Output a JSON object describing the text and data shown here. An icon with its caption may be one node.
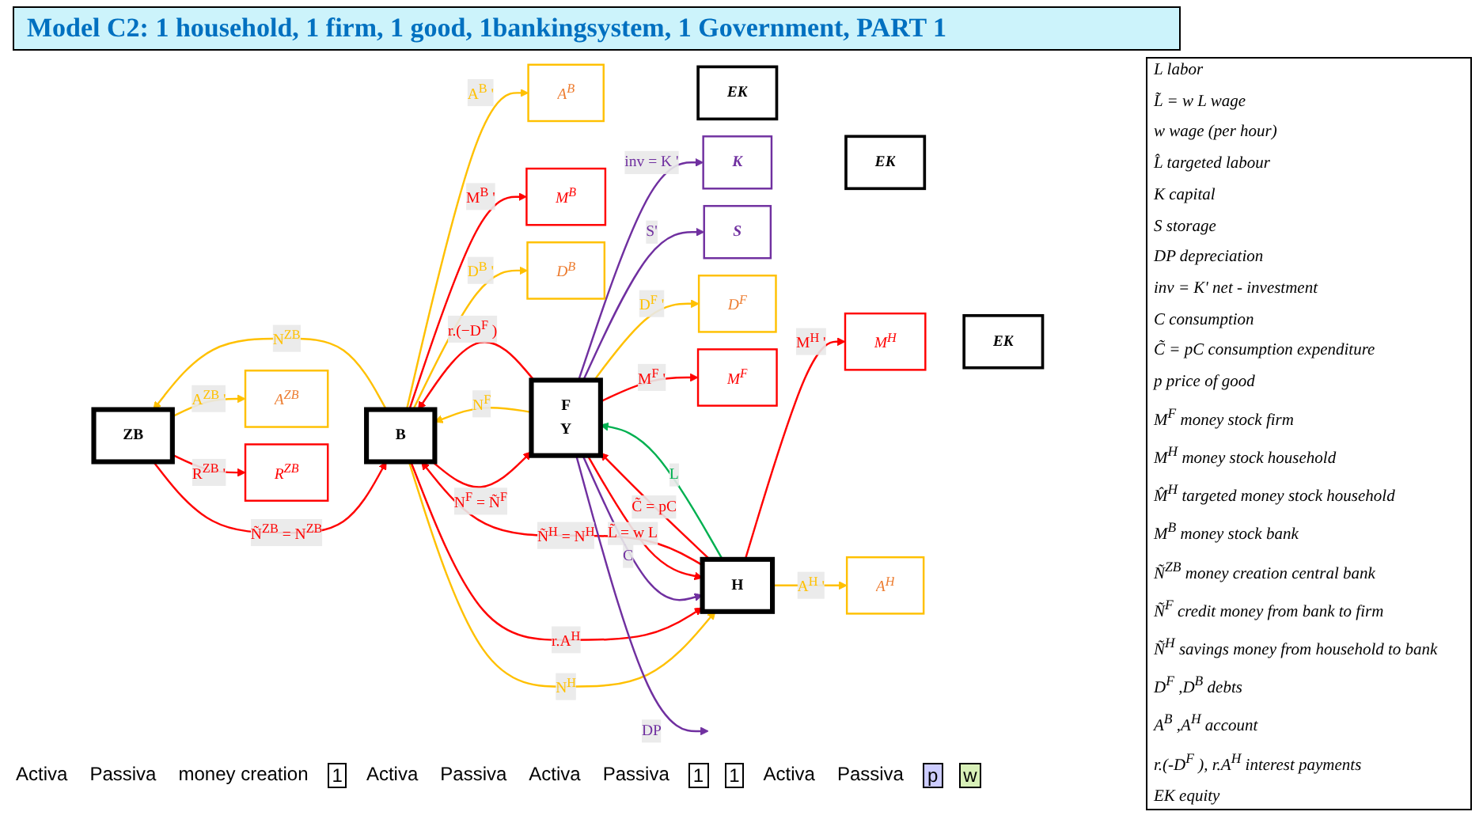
{
  "diagram": {
    "title": "Model C2: 1 household, 1 firm, 1 good, 1bankingsystem, 1 Government, PART 1",
    "nodes": [
      {
        "text": [
          "ZB"
        ]
      },
      {
        "text": [
          "A$^{ZB}$"
        ]
      },
      {
        "text": [
          "R$^{ZB}$"
        ]
      },
      {
        "text": [
          "B"
        ]
      },
      {
        "text": [
          "A$^{B}$"
        ]
      },
      {
        "text": [
          "EK"
        ]
      },
      {
        "text": [
          "M$^{B}$"
        ]
      },
      {
        "text": [
          "D$^{B}$"
        ]
      },
      {
        "text": [
          "K"
        ]
      },
      {
        "text": [
          "EK"
        ]
      },
      {
        "text": [
          "S"
        ]
      },
      {
        "text": [
          "D$^{F}$"
        ]
      },
      {
        "text": [
          "M$^{F}$"
        ]
      },
      {
        "text": [
          "F",
          "Y"
        ]
      },
      {
        "text": [
          "M$^{H}$"
        ]
      },
      {
        "text": [
          "EK"
        ]
      },
      {
        "text": [
          "A$^{H}$"
        ]
      },
      {
        "text": [
          "H"
        ]
      }
    ],
    "edges": [
      {
        "from": 0,
        "to": 3,
        "arrow": "to",
        "label": "Ñ$^{ZB}$ = N$^{ZB}$"
      },
      {
        "from": 3,
        "to": 0,
        "arrow": "to",
        "label": "N$^{ZB}$",
        "color": "#ffc000"
      },
      {
        "from": 0,
        "to": 1,
        "arrow": "to",
        "label": "A$^{ZB}$ '",
        "color": "#ffc000"
      },
      {
        "from": 0,
        "to": 2,
        "arrow": "to",
        "label": "R$^{ZB}$ '"
      },
      {
        "from": 3,
        "to": 6,
        "arrow": "to",
        "label": "M$^{B}$ '"
      },
      {
        "from": 3,
        "to": 4,
        "arrow": "to",
        "label": "A$^{B}$ '",
        "color": "#ffc000"
      },
      {
        "from": 3,
        "to": 7,
        "arrow": "to",
        "label": "D$^{B}$ '",
        "color": "#ffc000"
      },
      {
        "from": 3,
        "to": 13,
        "arrow": "to",
        "label": "N$^{F}$ = Ñ$^{F}$"
      },
      {
        "from": 13,
        "to": 3,
        "arrow": "to",
        "label": "N$^{F}$",
        "color": "#ffc000"
      },
      {
        "from": 13,
        "to": 3,
        "arrow": "to",
        "label": "r.(−D$^{F}$ )"
      },
      {
        "from": 17,
        "to": 3,
        "arrow": "to",
        "label": "Ñ$^{H}$ = N$^{H}$"
      },
      {
        "from": 3,
        "to": 17,
        "arrow": "to",
        "label": "N$^{H}$",
        "color": "#ffc000"
      },
      {
        "from": 3,
        "to": 17,
        "arrow": "to",
        "label": "r.A$^{H}$"
      },
      {
        "from": 17,
        "to": 16,
        "arrow": "to",
        "label": "A$^{H}$ '",
        "color": "#ffc000"
      },
      {
        "from": 17,
        "to": 14,
        "arrow": "to",
        "label": "M$^{H}$ '"
      },
      {
        "from": 13,
        "to": 11,
        "arrow": "to",
        "label": "D$^{F}$ '",
        "color": "#ffc000"
      },
      {
        "from": 13,
        "to": 8,
        "arrow": "to",
        "label": "inv = K '",
        "color": "#7030a0"
      },
      {
        "from": 13,
        "to": 10,
        "arrow": "to",
        "label": "S'",
        "color": "#7030a0"
      },
      {
        "from": 13,
        "to": 12,
        "arrow": "to",
        "label": "M$^{F}$ '"
      },
      {
        "from": 13,
        "to": null,
        "arrow": "to",
        "label": "DP",
        "color": "#7030a0"
      },
      {
        "from": 13,
        "to": 17,
        "arrow": "to",
        "label": "C",
        "color": "#7030a0"
      },
      {
        "from": 17,
        "to": 13,
        "arrow": "to",
        "label": "C̃ = pC"
      },
      {
        "from": 13,
        "to": 17,
        "arrow": "to",
        "label": "L̃ = w L"
      },
      {
        "from": 17,
        "to": 13,
        "arrow": "to",
        "label": "L",
        "color": "#00b050"
      }
    ],
    "labels": [
      "Activa",
      "Passiva",
      "money creation",
      "1",
      "Activa",
      "Passiva",
      "Activa",
      "Passiva",
      "1",
      "1",
      "Activa",
      "Passiva",
      "p",
      "w",
      "L labor",
      "L̃ = w L wage",
      "w wage (per hour)",
      "L̂ targeted labour",
      "K capital",
      "S storage",
      "DP depreciation",
      "inv = K' net - investment",
      "C consumption",
      "C̃ = pC consumption expenditure",
      "p price of good",
      "M$^{F}$ money stock firm",
      "M$^{H}$ money stock household",
      "M̂$^{H}$ targeted money stock household",
      "M$^{B}$ money stock bank",
      "Ñ$^{ZB}$ money creation central bank",
      "Ñ$^{F}$ credit money from bank to firm",
      "Ñ$^{H}$ savings money from household to bank",
      "D$^{F}$ ,D$^{B}$ debts",
      "A$^{B}$ ,A$^{H}$ account",
      "r.(-D$^{F}$ ), r.A$^{H}$ interest payments",
      "EK equity"
    ]
  }
}
